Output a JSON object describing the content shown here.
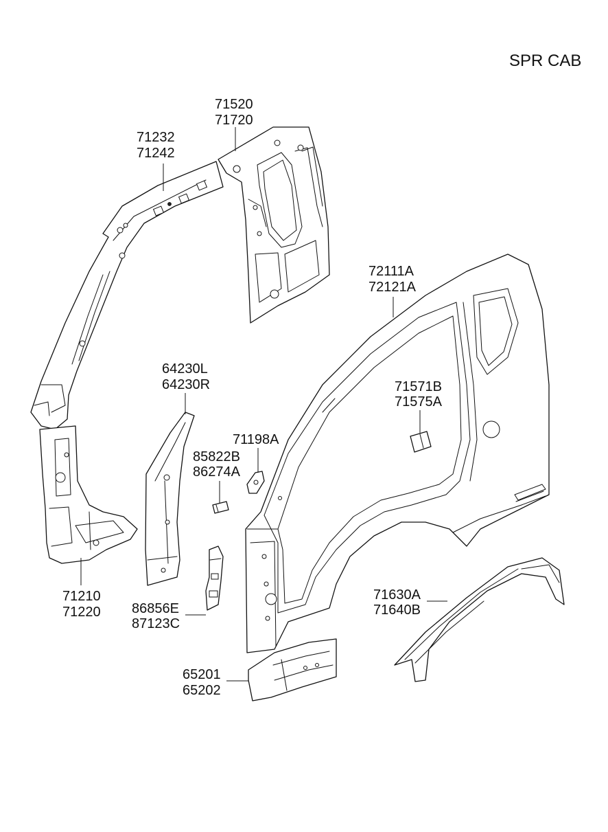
{
  "title": "SPR CAB",
  "callouts": [
    {
      "id": "a-pillar",
      "lines": [
        "71232",
        "71242"
      ]
    },
    {
      "id": "rear-inner",
      "lines": [
        "71520",
        "71720"
      ]
    },
    {
      "id": "side-outer",
      "lines": [
        "72111A",
        "72121A"
      ]
    },
    {
      "id": "pillar-rein",
      "lines": [
        "64230L",
        "64230R"
      ]
    },
    {
      "id": "cap",
      "lines": [
        "71198A"
      ]
    },
    {
      "id": "clip",
      "lines": [
        "85822B",
        "86274A"
      ]
    },
    {
      "id": "patch",
      "lines": [
        "71571B",
        "71575A"
      ]
    },
    {
      "id": "front-lower",
      "lines": [
        "71210",
        "71220"
      ]
    },
    {
      "id": "bracket",
      "lines": [
        "86856E",
        "87123C"
      ]
    },
    {
      "id": "wheel-arch",
      "lines": [
        "71630A",
        "71640B"
      ]
    },
    {
      "id": "sill",
      "lines": [
        "65201",
        "65202"
      ]
    }
  ]
}
